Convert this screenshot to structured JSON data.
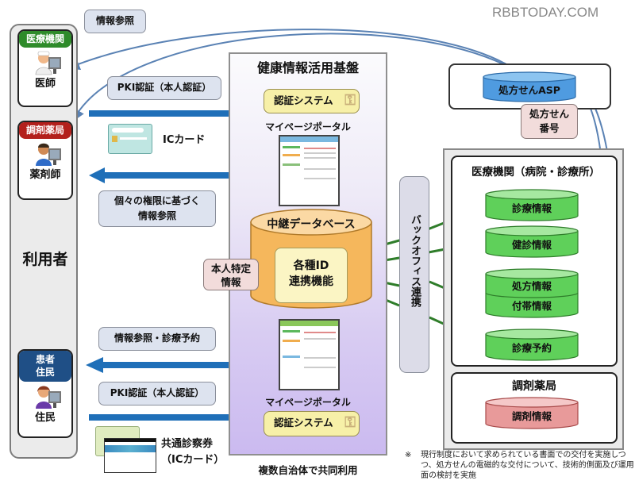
{
  "watermark": "RBBTODAY.COM",
  "colors": {
    "arrow_blue": "#1f6fb8",
    "link_blue": "#5a82b4",
    "link_green": "#2f7d2a",
    "green_header": "#2e8b2a",
    "red_header": "#b3201c",
    "navy_header": "#1f4f86",
    "green_db": "#5fd05a",
    "red_db": "#e89a9a",
    "blue_db": "#4f9be0",
    "orange_db": "#f5b75c"
  },
  "users": {
    "panel_label": "利用者",
    "cards": [
      {
        "header": "医療機関",
        "role": "医師",
        "header_color": "#2e8b2a"
      },
      {
        "header": "調剤薬局",
        "role": "薬剤師",
        "header_color": "#b3201c"
      },
      {
        "header": "患者\n住民",
        "header_line1": "患者",
        "header_line2": "住民",
        "role": "住民",
        "header_color": "#1f4f86"
      }
    ]
  },
  "callouts": {
    "info_ref_top": "情報参照",
    "pki_top": "PKI認証（本人認証）",
    "individual_access_line1": "個々の権限に基づく",
    "individual_access_line2": "情報参照",
    "info_ref_reservation": "情報参照・診療予約",
    "pki_bottom": "PKI認証（本人認証）",
    "personal_id_line1": "本人特定",
    "personal_id_line2": "情報"
  },
  "cards": {
    "ic_card": "ICカード",
    "common_card_line1": "共通診察券",
    "common_card_line2": "（ICカード）"
  },
  "platform": {
    "title": "健康情報活用基盤",
    "auth_top": "認証システム",
    "portal_top": "マイページポータル",
    "relay_db": "中継データベース",
    "id_link_line1": "各種ID",
    "id_link_line2": "連携機能",
    "portal_bottom": "マイページポータル",
    "auth_bottom": "認証システム",
    "footer": "複数自治体で共同利用"
  },
  "backoffice": "バックオフィス連携",
  "right": {
    "asp": "処方せんASP",
    "rx_number_line1": "処方せん",
    "rx_number_line2": "番号",
    "hospital_title": "医療機関（病院・診療所）",
    "hospital_dbs": [
      "診療情報",
      "健診情報",
      "処方情報",
      "付帯情報",
      "診療予約"
    ],
    "pharmacy_title": "調剤薬局",
    "pharmacy_db": "調剤情報"
  },
  "note": {
    "mark": "※",
    "text": "現行制度において求められている書面での交付を実施しつつ、処方せんの電磁的な交付について、技術的側面及び運用面の検討を実施"
  }
}
